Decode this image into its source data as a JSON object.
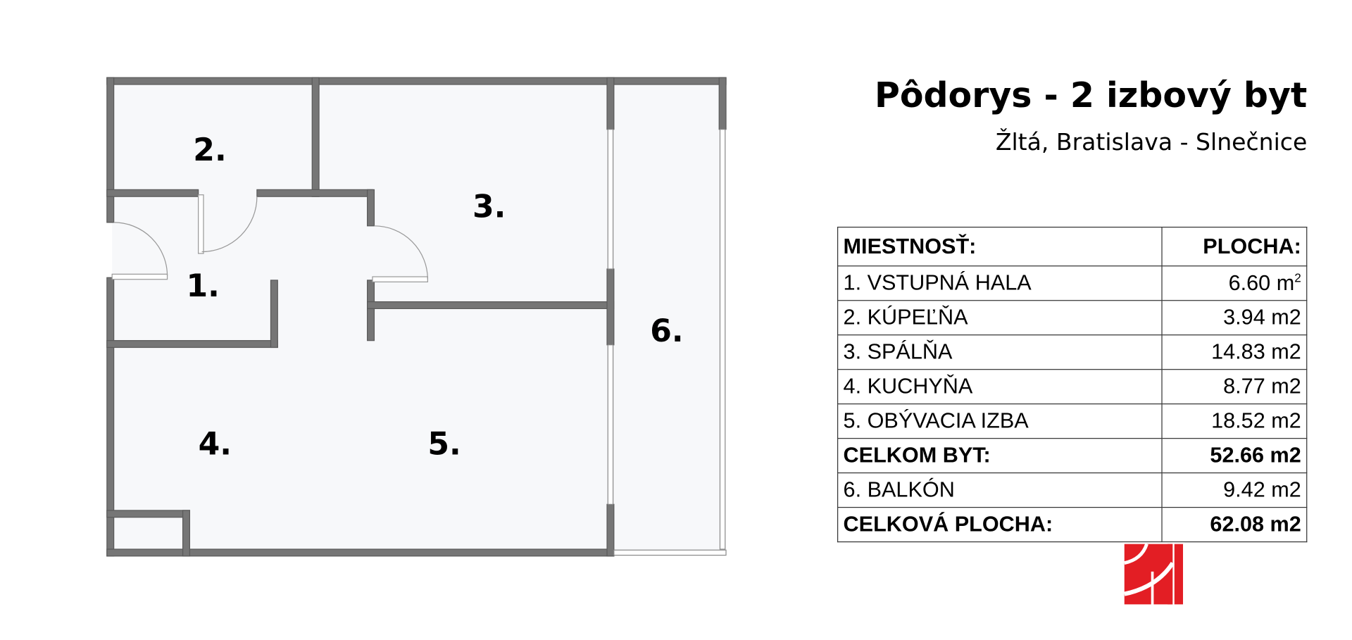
{
  "title": "Pôdorys - 2 izbový byt",
  "subtitle": "Žltá, Bratislava - Slnečnice",
  "room_labels": [
    "1.",
    "2.",
    "3.",
    "4.",
    "5.",
    "6."
  ],
  "table": {
    "header": {
      "room": "MIESTNOSŤ:",
      "area": "PLOCHA:"
    },
    "rows": [
      {
        "room": "1. VSTUPNÁ HALA",
        "area": "6.60 m",
        "sup": "2",
        "bold": false
      },
      {
        "room": "2. KÚPEĽŇA",
        "area": "3.94 m2",
        "bold": false
      },
      {
        "room": "3. SPÁLŇA",
        "area": "14.83 m2",
        "bold": false
      },
      {
        "room": "4. KUCHYŇA",
        "area": "8.77 m2",
        "bold": false
      },
      {
        "room": "5. OBÝVACIA IZBA",
        "area": "18.52 m2",
        "bold": false
      },
      {
        "room": "CELKOM BYT:",
        "area": "52.66 m2",
        "bold": true
      },
      {
        "room": "6. BALKÓN",
        "area": "9.42 m2",
        "bold": false
      },
      {
        "room": "CELKOVÁ PLOCHA:",
        "area": "62.08 m2",
        "bold": true
      }
    ]
  },
  "colors": {
    "wall": "#767676",
    "logo": "#e31e24"
  }
}
